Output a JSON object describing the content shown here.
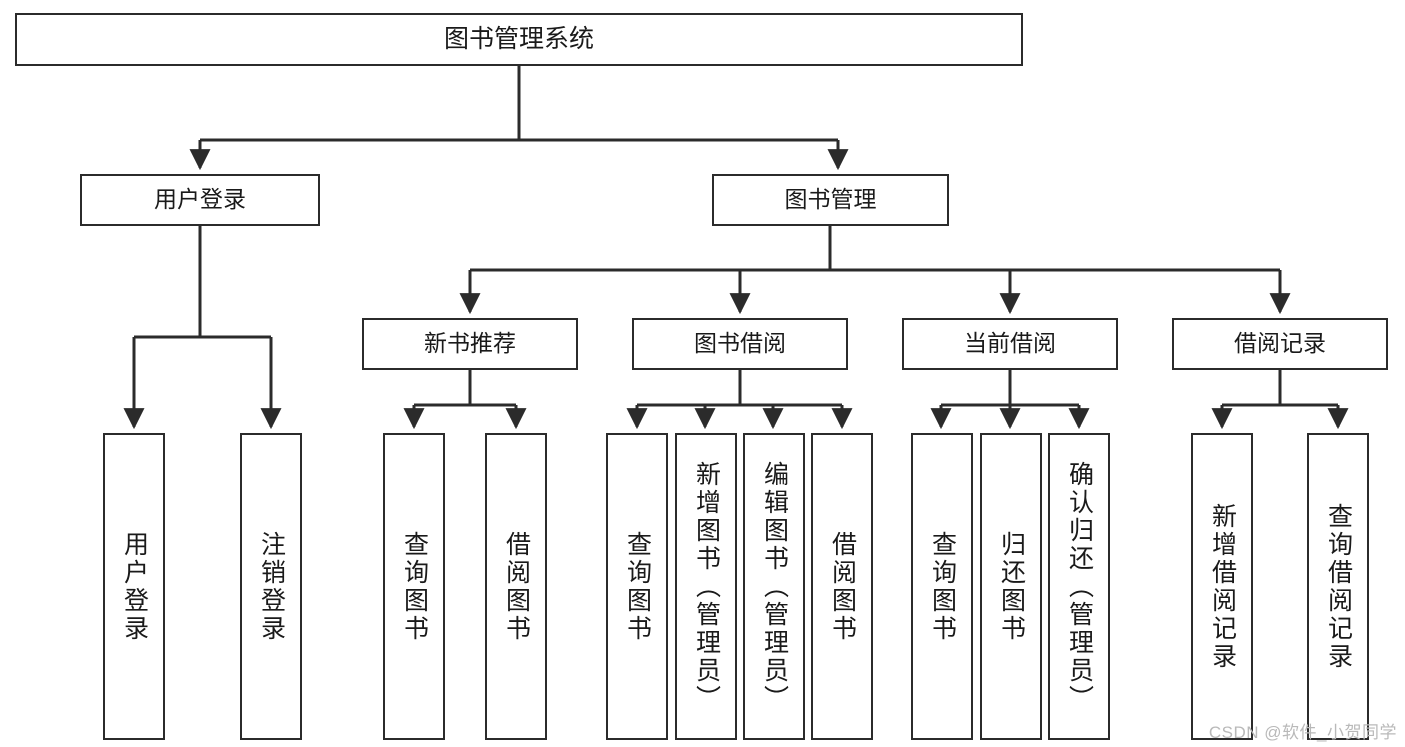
{
  "diagram": {
    "type": "tree-hierarchy",
    "title": "图书管理系统",
    "background_color": "#ffffff",
    "line_color": "#2b2b2b",
    "text_color": "#1a1a1a",
    "root": {
      "label": "图书管理系统"
    },
    "level2": [
      {
        "label": "用户登录"
      },
      {
        "label": "图书管理"
      }
    ],
    "level3": [
      {
        "label": "新书推荐"
      },
      {
        "label": "图书借阅"
      },
      {
        "label": "当前借阅"
      },
      {
        "label": "借阅记录"
      }
    ],
    "leaves": {
      "user_login": [
        {
          "label": "用户登录"
        },
        {
          "label": "注销登录"
        }
      ],
      "new_book_recommend": [
        {
          "label": "查询图书"
        },
        {
          "label": "借阅图书"
        }
      ],
      "book_borrow": [
        {
          "label": "查询图书"
        },
        {
          "label": "新增图书（管理员）"
        },
        {
          "label": "编辑图书（管理员）"
        },
        {
          "label": "借阅图书"
        }
      ],
      "current_borrow": [
        {
          "label": "查询图书"
        },
        {
          "label": "归还图书"
        },
        {
          "label": "确认归还（管理员）"
        }
      ],
      "borrow_record": [
        {
          "label": "新增借阅记录"
        },
        {
          "label": "查询借阅记录"
        }
      ]
    }
  },
  "watermark": {
    "text": "CSDN @软件_小贺同学"
  }
}
